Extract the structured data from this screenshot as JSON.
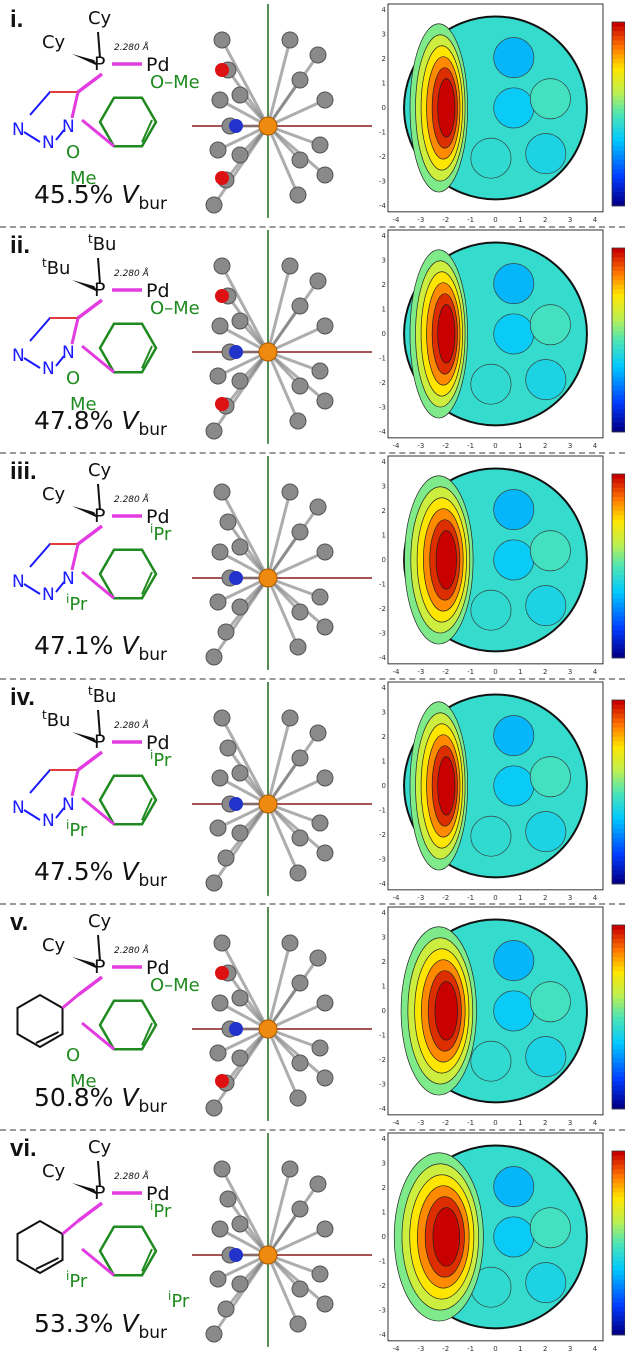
{
  "panels": [
    {
      "label": "i.",
      "vbur": "45.5%",
      "substituents": [
        "Cy",
        "Cy"
      ],
      "pd": "Pd",
      "bond": "2.280 Å",
      "core": "triazole",
      "aryl": "dimethoxy",
      "groups": [
        "OMe",
        "OMe"
      ],
      "map": "small"
    },
    {
      "label": "ii.",
      "vbur": "47.8%",
      "substituents": [
        "tBu",
        "tBu"
      ],
      "pd": "Pd",
      "bond": "2.280 Å",
      "core": "triazole",
      "aryl": "dimethoxy",
      "groups": [
        "OMe",
        "OMe"
      ],
      "map": "small"
    },
    {
      "label": "iii.",
      "vbur": "47.1%",
      "substituents": [
        "Cy",
        "Cy"
      ],
      "pd": "Pd",
      "bond": "2.280 Å",
      "core": "triazole",
      "aryl": "diisopropyl",
      "groups": [
        "iPr",
        "iPr"
      ],
      "map": "medium"
    },
    {
      "label": "iv.",
      "vbur": "47.5%",
      "substituents": [
        "tBu",
        "tBu"
      ],
      "pd": "Pd",
      "bond": "2.280 Å",
      "core": "triazole",
      "aryl": "diisopropyl",
      "groups": [
        "iPr",
        "iPr"
      ],
      "map": "small"
    },
    {
      "label": "v.",
      "vbur": "50.8%",
      "substituents": [
        "Cy",
        "Cy"
      ],
      "pd": "Pd",
      "bond": "2.280 Å",
      "core": "benzene",
      "aryl": "dimethoxy",
      "groups": [
        "OMe",
        "OMe"
      ],
      "map": "large"
    },
    {
      "label": "vi.",
      "vbur": "53.3%",
      "substituents": [
        "Cy",
        "Cy"
      ],
      "pd": "Pd",
      "bond": "2.280 Å",
      "core": "benzene",
      "aryl": "triisopropyl",
      "groups": [
        "iPr",
        "iPr",
        "iPr"
      ],
      "map": "xlarge"
    }
  ],
  "vbur_symbol": "V",
  "vbur_subscript": "bur",
  "axis_ticks": [
    "-4",
    "-3",
    "-2",
    "-1",
    "0",
    "1",
    "2",
    "3",
    "4"
  ],
  "colors": {
    "phosphine": "#e23be0",
    "triazole": "#1a1aff",
    "aryl": "#1f8a1f",
    "bond_pd": "#e23be0",
    "oxygen": "#d11",
    "nitrogen": "#2233cc",
    "phosphorus": "#ee8a10",
    "carbon": "#8a8a8a"
  }
}
